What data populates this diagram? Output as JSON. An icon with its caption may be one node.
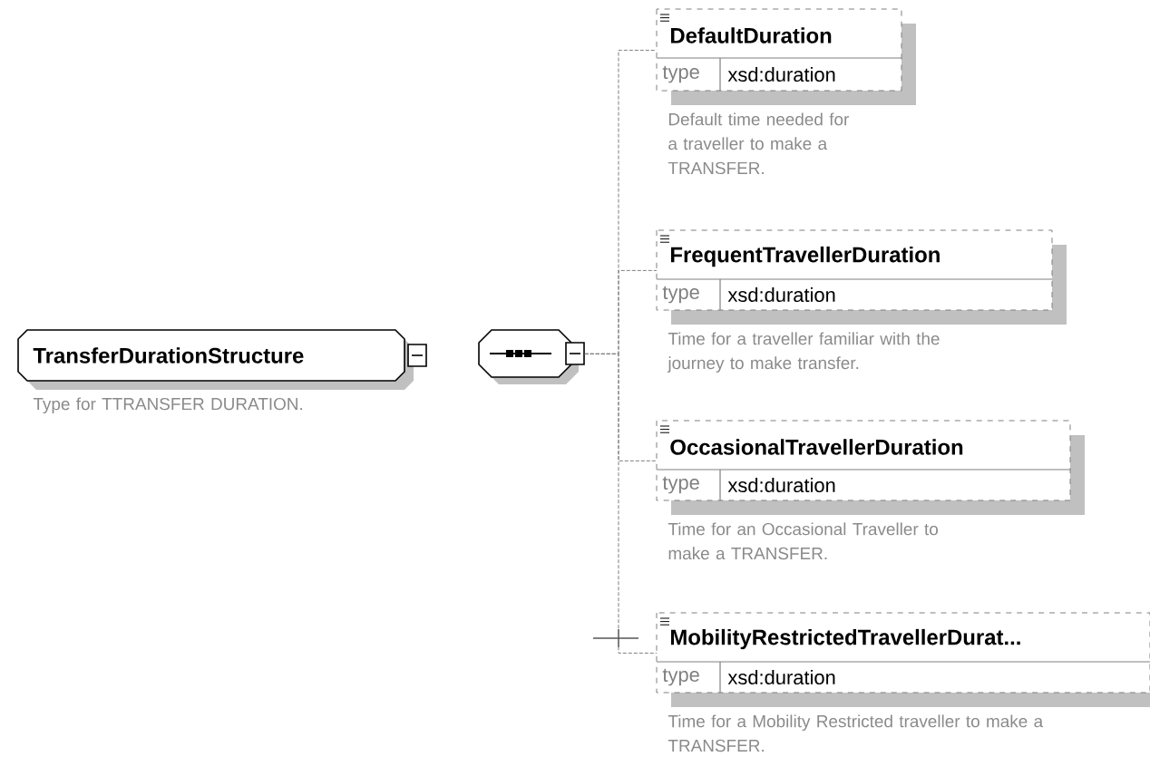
{
  "diagram": {
    "nodes": [
      {
        "text": [
          "TransferDurationStructure"
        ],
        "beside": [
          "Type for TTRANSFER DURATION."
        ]
      },
      {
        "text": [],
        "shape": "octagon"
      },
      {
        "text": [
          "DefaultDuration",
          "type",
          "xsd:duration"
        ],
        "beside": [
          "Default time needed for a traveller to make a TRANSFER."
        ]
      },
      {
        "text": [
          "FrequentTravellerDuration",
          "type",
          "xsd:duration"
        ],
        "beside": [
          "Time for a traveller familiar with the journey to make transfer."
        ]
      },
      {
        "text": [
          "OccasionalTravellerDuration",
          "type",
          "xsd:duration"
        ],
        "beside": [
          "Time for an Occasional Traveller to make a TRANSFER."
        ]
      },
      {
        "text": [
          "MobilityRestrictedTravellerDurat...",
          "type",
          "xsd:duration"
        ],
        "beside": [
          "Time for a Mobility Restricted traveller to make a TRANSFER."
        ]
      }
    ],
    "edges": [
      {
        "from": 1,
        "to": 2,
        "arrow": "none",
        "style": "dashed"
      },
      {
        "from": 1,
        "to": 3,
        "arrow": "none",
        "style": "dashed"
      },
      {
        "from": 1,
        "to": 4,
        "arrow": "none",
        "style": "dashed"
      },
      {
        "from": 1,
        "to": 5,
        "arrow": "none",
        "style": "dashed"
      }
    ]
  }
}
